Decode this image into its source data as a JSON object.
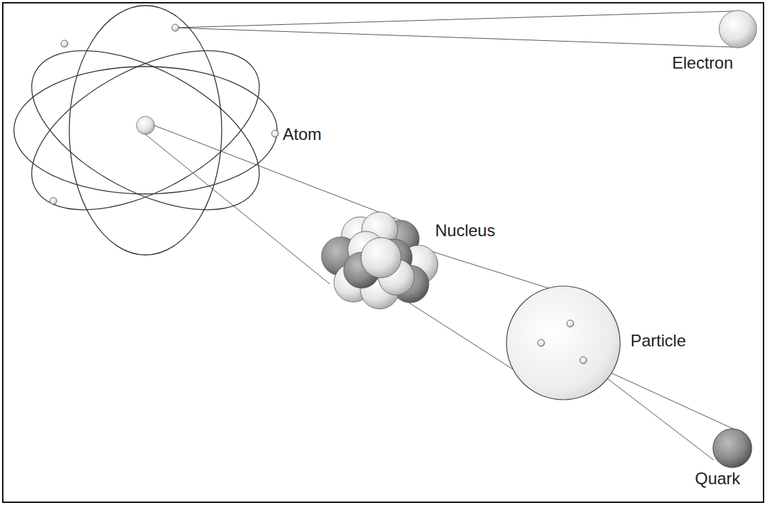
{
  "diagram": {
    "labels": [
      "Electron",
      "Atom",
      "Nucleus",
      "Particle",
      "Quark"
    ]
  }
}
